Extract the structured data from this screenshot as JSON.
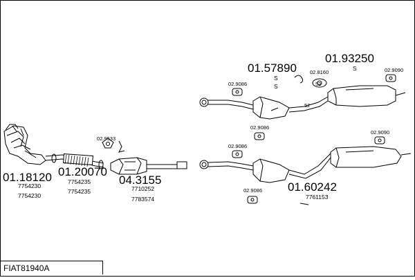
{
  "diagram": {
    "title_code": "FIAT81940A",
    "parts": {
      "p1": {
        "code": "01.18120",
        "refs": [
          "7754230",
          "7754230"
        ]
      },
      "p2": {
        "code": "01.20070",
        "refs": [
          "7754235",
          "7754235"
        ]
      },
      "p3": {
        "code": "04.3155",
        "refs": [
          "7710252",
          "7783574"
        ]
      },
      "p4": {
        "code": "01.57890"
      },
      "p5": {
        "code": "01.93250"
      },
      "p6": {
        "code": "01.60242",
        "refs": [
          "7761153"
        ]
      }
    },
    "fittings": {
      "f_9533": "02.9533",
      "f_9086_top": "02.9086",
      "f_9086_topb": "02.9086",
      "f_8160": "02.8160",
      "f_9090_top": "02.9090",
      "f_9086_mid": "02.9086",
      "f_9090_mid": "02.9090",
      "f_9086_bot": "02.9086"
    },
    "glyphs": {
      "s1": "S",
      "s2": "S",
      "s3": "S",
      "g52a": "52",
      "g52b": "52"
    }
  }
}
